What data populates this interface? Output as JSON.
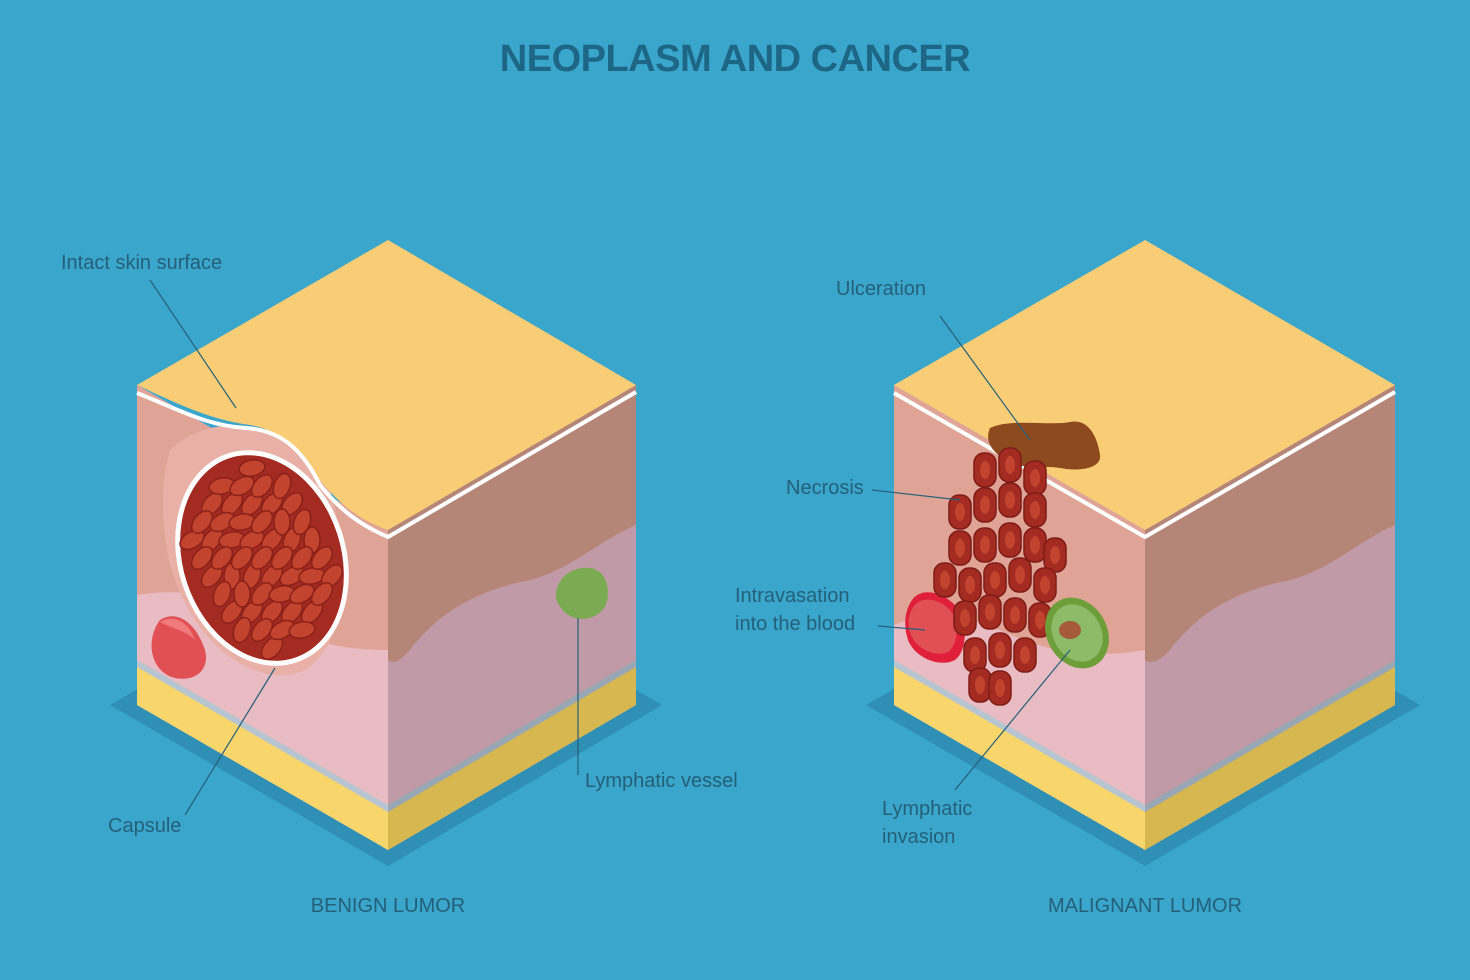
{
  "title": "NEOPLASM AND CANCER",
  "benign": {
    "caption": "BENIGN LUMOR",
    "labels": {
      "skin_surface": "Intact skin surface",
      "capsule": "Capsule",
      "lymphatic_vessel": "Lymphatic vessel"
    }
  },
  "malignant": {
    "caption": "MALIGNANT LUMOR",
    "labels": {
      "ulceration": "Ulceration",
      "necrosis": "Necrosis",
      "intravasation_line1": "Intravasation",
      "intravasation_line2": "into the blood",
      "lymphatic_line1": "Lymphatic",
      "lymphatic_line2": "invasion"
    }
  },
  "colors": {
    "background": "#3aa6cc",
    "skin_top": "#f9cd75",
    "epidermis": "#e0a496",
    "dermis": "#e9bbc3",
    "fat_layer": "#f8d66c",
    "tumor": "#a32b22",
    "blood_vessel": "#e05054",
    "lymph_vessel": "#7aab52",
    "label_text": "#25607a"
  }
}
